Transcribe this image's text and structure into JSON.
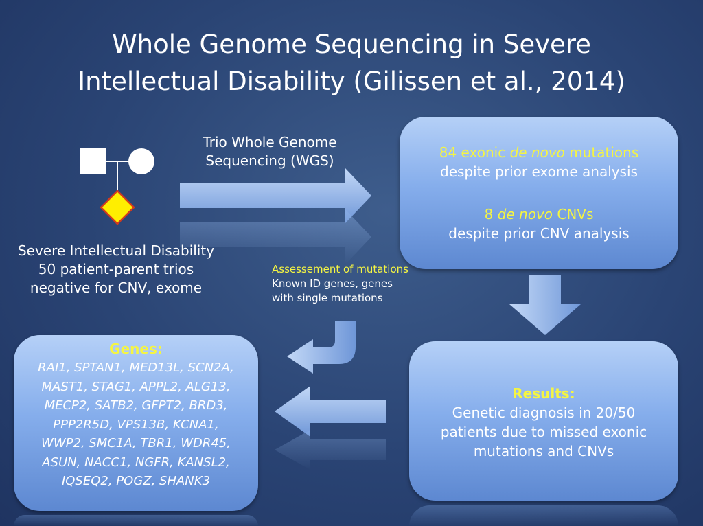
{
  "slide": {
    "title_line1": "Whole Genome Sequencing in Severe",
    "title_line2": "Intellectual Disability (Gilissen et al., 2014)"
  },
  "cohort": {
    "line1": "Severe Intellectual Disability",
    "line2": "50 patient-parent trios",
    "line3": "negative for CNV, exome"
  },
  "arrow_label": {
    "line1": "Trio Whole Genome",
    "line2": "Sequencing (WGS)"
  },
  "findings": {
    "mut_count_prefix": "84 exonic ",
    "mut_count_em": "de novo",
    "mut_count_suffix": " mutations",
    "mut_caption": "despite prior exome analysis",
    "cnv_prefix": "8 ",
    "cnv_em": "de novo",
    "cnv_suffix": " CNVs",
    "cnv_caption": "despite prior CNV analysis"
  },
  "assessment": {
    "title": "Assessement of mutations",
    "line1": "Known ID genes, genes",
    "line2": "with single mutations"
  },
  "results": {
    "title": "Results:",
    "line1": "Genetic diagnosis in 20/50",
    "line2": "patients due to missed exonic",
    "line3": "mutations and CNVs"
  },
  "genes": {
    "title": "Genes:",
    "lines": [
      "RAI1, SPTAN1, MED13L, SCN2A,",
      "MAST1, STAG1, APPL2, ALG13,",
      "MECP2, SATB2, GFPT2, BRD3,",
      "PPP2R5D, VPS13B, KCNA1,",
      "WWP2, SMC1A, TBR1, WDR45,",
      "ASUN, NACC1, NGFR, KANSL2,",
      "IQSEQ2, POGZ, SHANK3"
    ]
  },
  "colors": {
    "accent_yellow": "#f5f542",
    "pedigree_diamond": "#ffee00",
    "pedigree_diamond_border": "#d23a1e"
  }
}
